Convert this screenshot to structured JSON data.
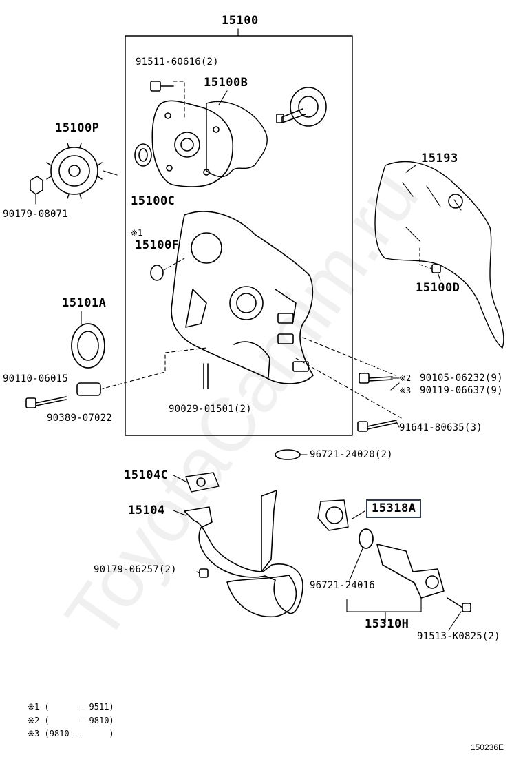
{
  "watermark": "ToyotaCamim.ru",
  "labels": {
    "p15100": "15100",
    "p91511": "91511-60616(2)",
    "p15100B": "15100B",
    "p15100P": "15100P",
    "p90179_08071": "90179-08071",
    "p15100C": "15100C",
    "p15193": "15193",
    "mark1": "※1",
    "p15100F": "15100F",
    "p15100D": "15100D",
    "p15101A": "15101A",
    "p90110": "90110-06015",
    "p90389": "90389-07022",
    "p90029": "90029-01501(2)",
    "mark2": "※2",
    "p90105": "90105-06232(9)",
    "mark3": "※3",
    "p90119": "90119-06637(9)",
    "p91641": "91641-80635(3)",
    "p96721_24020": "96721-24020(2)",
    "p15104C": "15104C",
    "p15104": "15104",
    "p15318A": "15318A",
    "p90179_06257": "90179-06257(2)",
    "p96721_24016": "96721-24016",
    "p15310H": "15310H",
    "p91513": "91513-K0825(2)"
  },
  "notes": [
    "※1 (      - 9511)",
    "※2 (      - 9810)",
    "※3 (9810 -      )"
  ],
  "drawing_code": "150236E",
  "colors": {
    "line": "#000000",
    "highlight_border": "#2f3e52"
  }
}
